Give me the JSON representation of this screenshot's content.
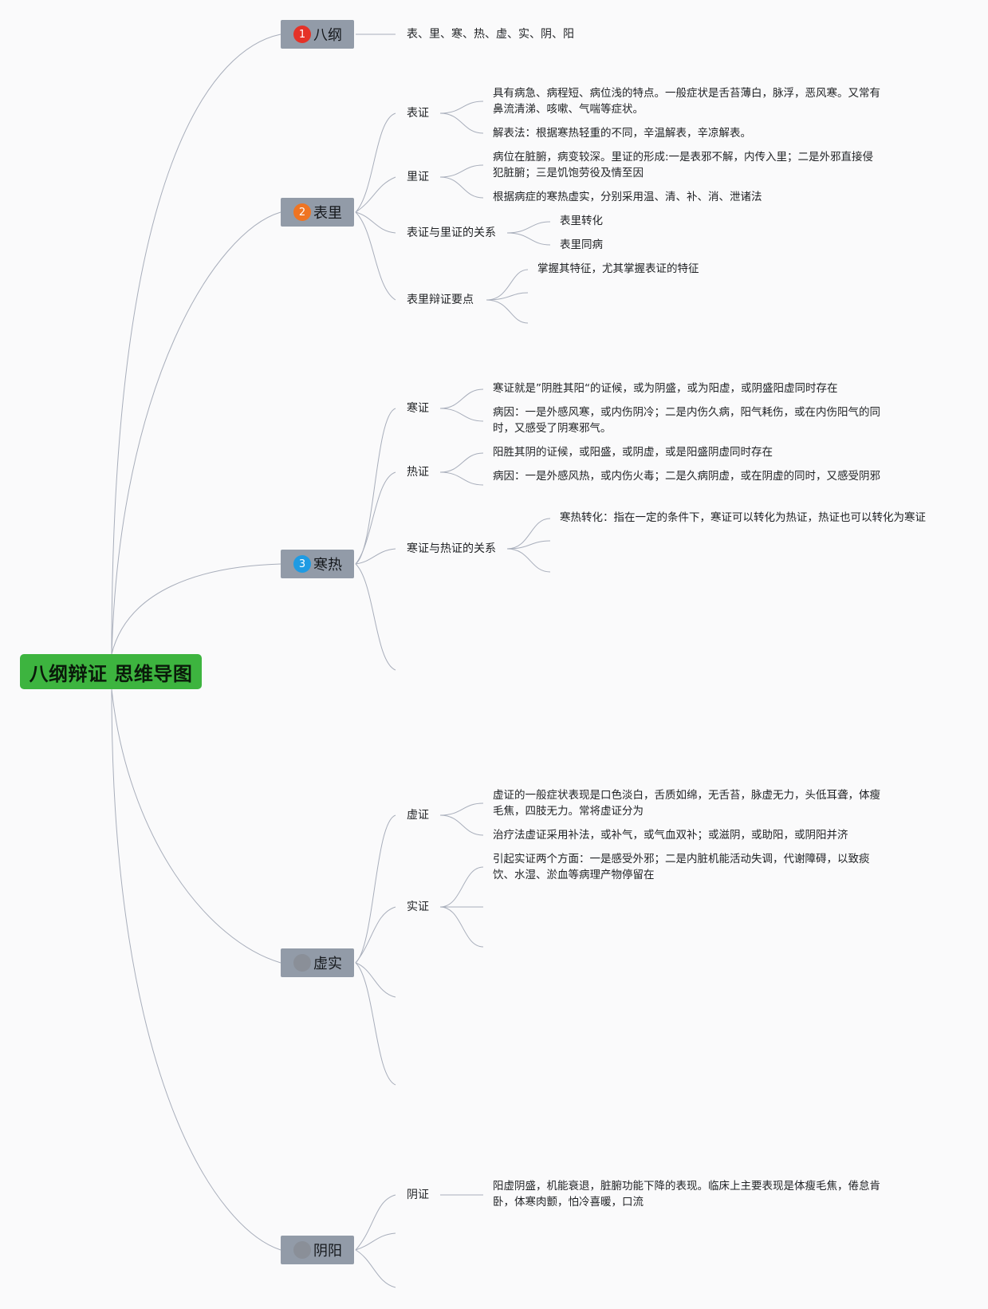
{
  "root": {
    "title": "八纲辩证 思维导图",
    "color": "#3db43f"
  },
  "topics": [
    {
      "label": "八纲",
      "badge": "1",
      "badge_color": "#e53227"
    },
    {
      "label": "表里",
      "badge": "2",
      "badge_color": "#ef7422"
    },
    {
      "label": "寒热",
      "badge": "3",
      "badge_color": "#1f9be3"
    },
    {
      "label": "虚实",
      "badge": "",
      "badge_color": "#8a8f98"
    },
    {
      "label": "阴阳",
      "badge": "",
      "badge_color": "#8a8f98"
    }
  ],
  "bagang": {
    "summary": "表、里、寒、热、虚、实、阴、阳"
  },
  "biaoli": {
    "biaozheng": {
      "label": "表证",
      "leaves": [
        "具有病急、病程短、病位浅的特点。一般症状是舌苔薄白，脉浮，恶风寒。又常有鼻流清涕、咳嗽、气喘等症状。",
        "解表法：根据寒热轻重的不同，辛温解表，辛凉解表。"
      ]
    },
    "lizheng": {
      "label": "里证",
      "leaves": [
        "病位在脏腑，病变较深。里证的形成:一是表邪不解，内传入里；二是外邪直接侵犯脏腑；三是饥饱劳役及情至因",
        "根据病症的寒热虚实，分别采用温、清、补、消、泄诸法"
      ]
    },
    "guanxi": {
      "label": "表证与里证的关系",
      "leaves": [
        "表里转化",
        "表里同病"
      ]
    },
    "yaodian": {
      "label": "表里辩证要点",
      "leaves": [
        "掌握其特征，尤其掌握表证的特征"
      ]
    }
  },
  "hanre": {
    "hanzheng": {
      "label": "寒证",
      "leaves": [
        "寒证就是”阴胜其阳“的证候，或为阴盛，或为阳虚，或阴盛阳虚同时存在",
        "病因：一是外感风寒，或内伤阴冷；二是内伤久病，阳气耗伤，或在内伤阳气的同时，又感受了阴寒邪气。"
      ]
    },
    "rezheng": {
      "label": "热证",
      "leaves": [
        "阳胜其阴的证候，或阳盛，或阴虚，或是阳盛阴虚同时存在",
        "病因：一是外感风热，或内伤火毒；二是久病阴虚，或在阴虚的同时，又感受阴邪"
      ]
    },
    "guanxi": {
      "label": "寒证与热证的关系",
      "leaves": [
        "寒热转化：指在一定的条件下，寒证可以转化为热证，热证也可以转化为寒证"
      ]
    }
  },
  "xushi": {
    "xuzheng": {
      "label": "虚证",
      "leaves": [
        "虚证的一般症状表现是口色淡白，舌质如绵，无舌苔，脉虚无力，头低耳聋，体瘦毛焦，四肢无力。常将虚证分为",
        "治疗法虚证采用补法，或补气，或气血双补；或滋阴，或助阳，或阴阳并济"
      ]
    },
    "shizheng": {
      "label": "实证",
      "leaves": [
        "引起实证两个方面：一是感受外邪；二是内脏机能活动失调，代谢障碍，以致痰饮、水湿、淤血等病理产物停留在"
      ]
    }
  },
  "yinyang": {
    "yinzheng": {
      "label": "阴证",
      "leaves": [
        "阳虚阴盛，机能衰退，脏腑功能下降的表现。临床上主要表现是体瘦毛焦，倦怠肯卧，体寒肉颤，怕冷喜暖，口流"
      ]
    }
  }
}
